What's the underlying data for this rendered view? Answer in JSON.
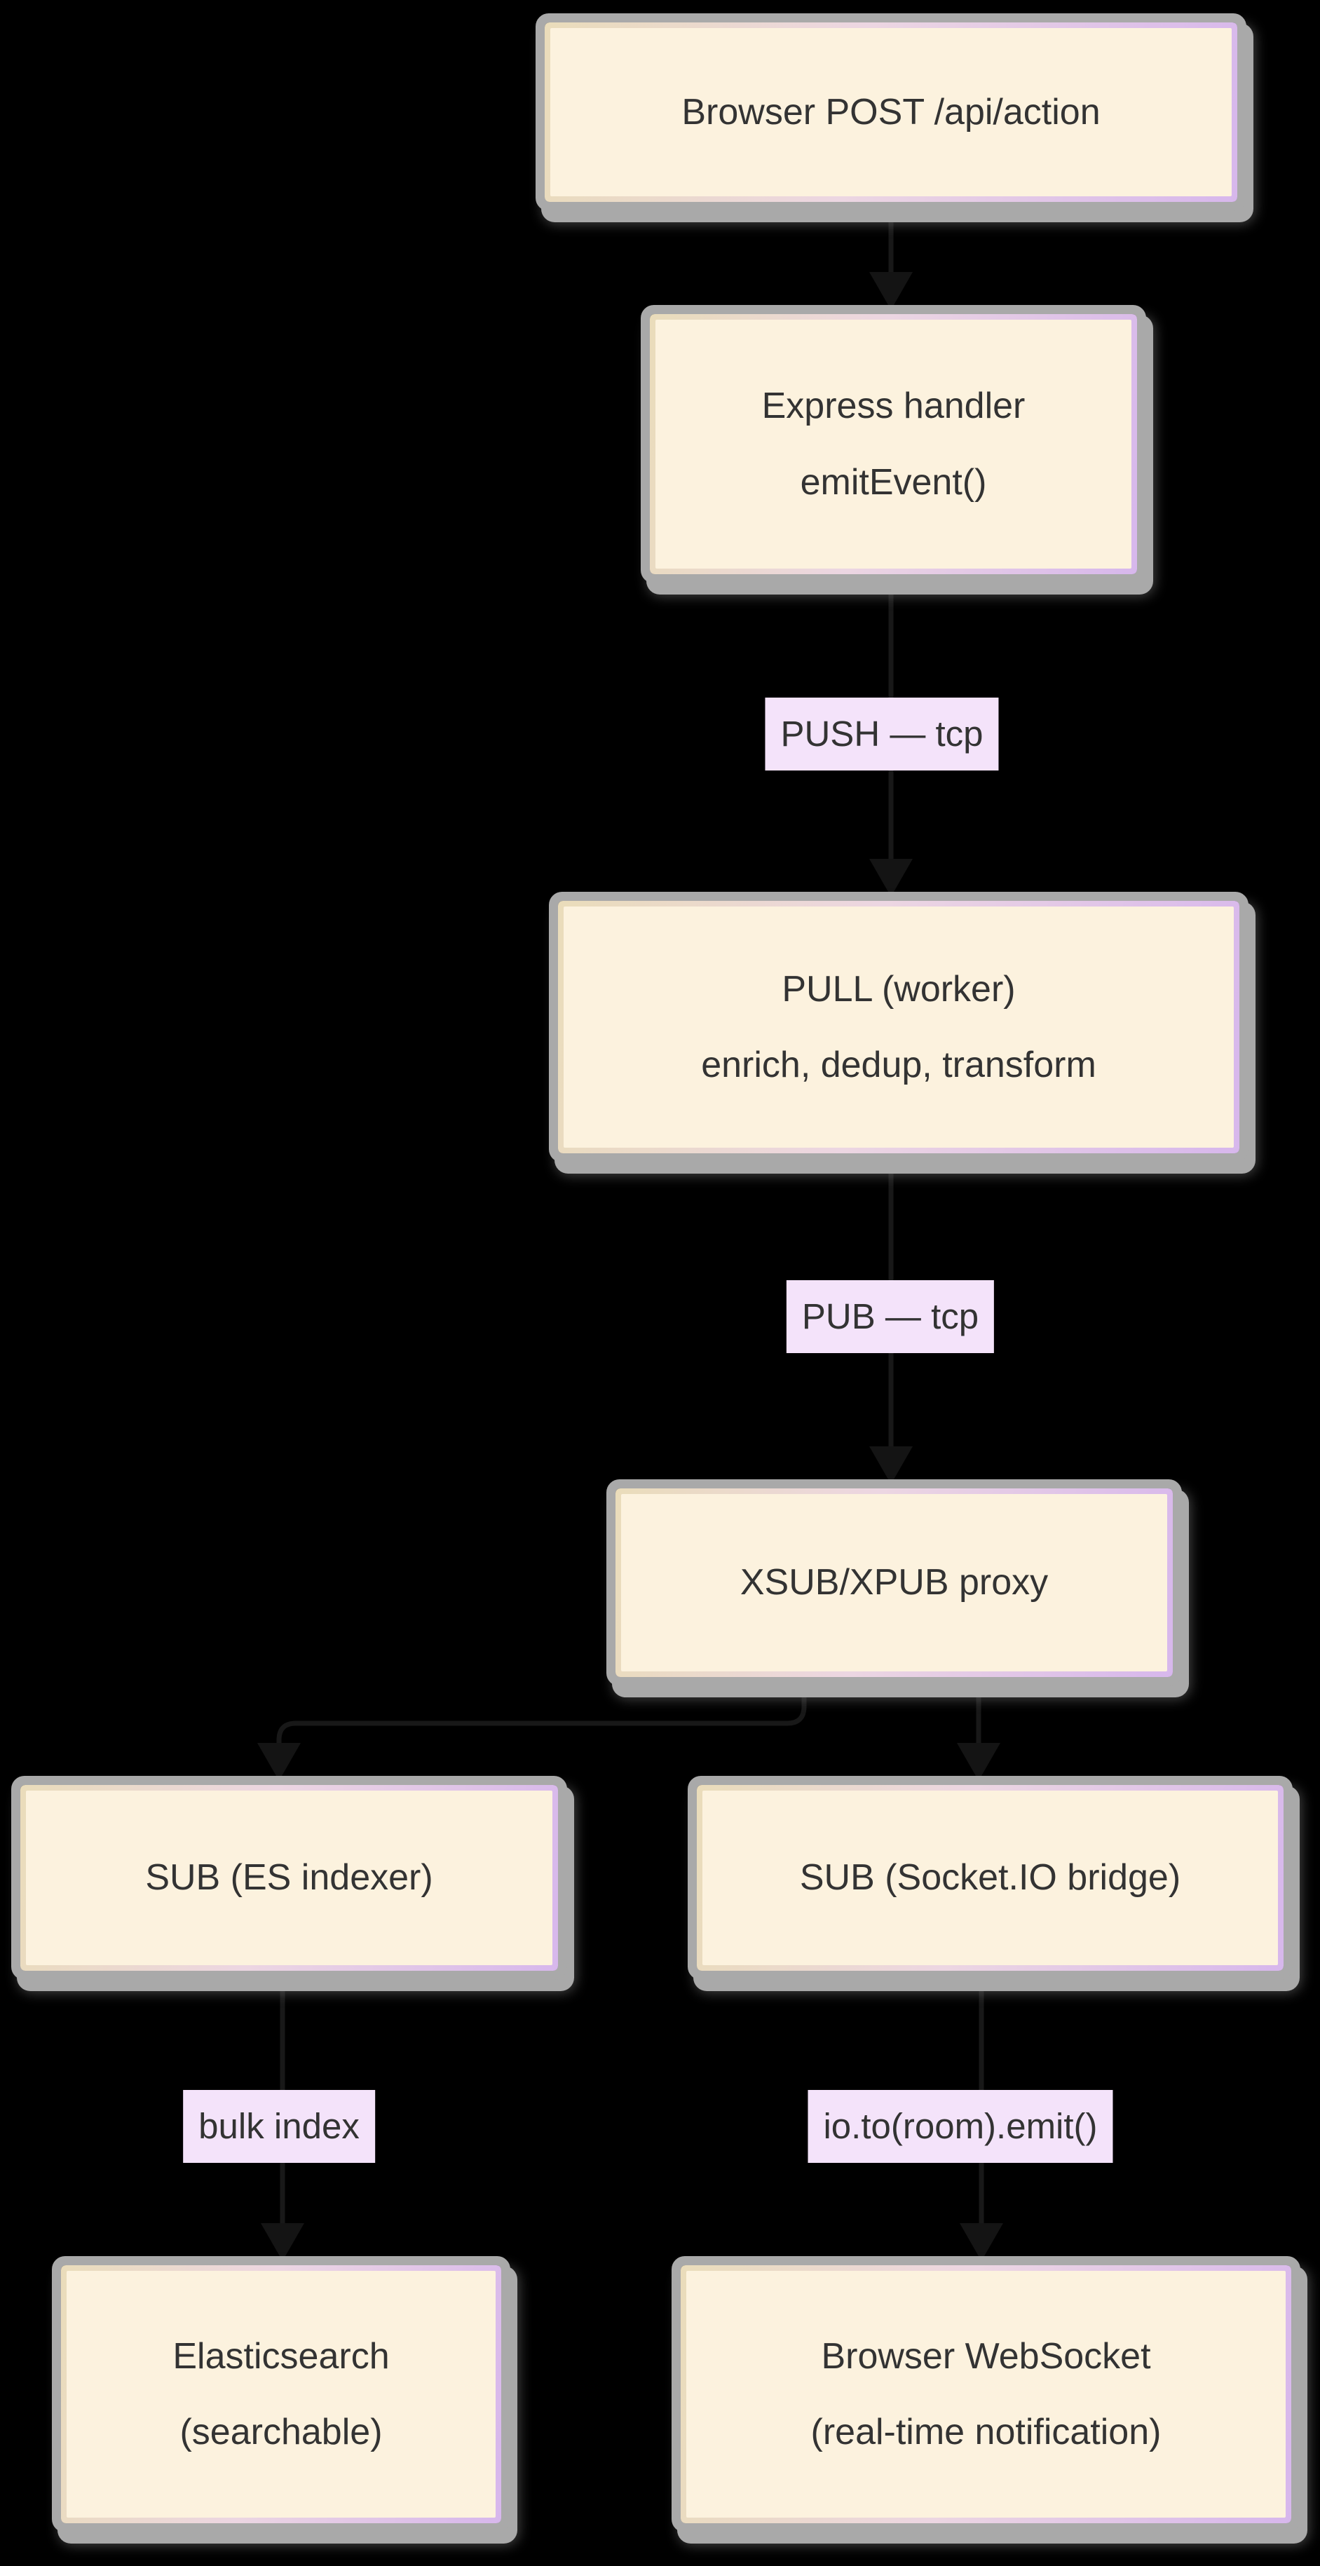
{
  "diagram": {
    "type": "flowchart",
    "direction": "top-down",
    "background_color": "#000000",
    "colors": {
      "node_fill": "#fcf2de",
      "node_border_gradient_left": "#eadcba",
      "node_border_gradient_right": "#d7b7ec",
      "node_shadow": "#a9a9a9",
      "edge_line": "#181818",
      "edge_label_bg": "#f4e3fa",
      "text": "#333333"
    },
    "nodes": [
      {
        "id": "browser-post",
        "lines": [
          "Browser POST /api/action"
        ]
      },
      {
        "id": "express-handler",
        "lines": [
          "Express handler",
          "emitEvent()"
        ]
      },
      {
        "id": "pull-worker",
        "lines": [
          "PULL (worker)",
          "enrich, dedup, transform"
        ]
      },
      {
        "id": "xsub-xpub-proxy",
        "lines": [
          "XSUB/XPUB proxy"
        ]
      },
      {
        "id": "sub-es-indexer",
        "lines": [
          "SUB (ES indexer)"
        ]
      },
      {
        "id": "sub-socketio-bridge",
        "lines": [
          "SUB (Socket.IO bridge)"
        ]
      },
      {
        "id": "elasticsearch",
        "lines": [
          "Elasticsearch",
          "(searchable)"
        ]
      },
      {
        "id": "browser-websocket",
        "lines": [
          "Browser WebSocket",
          "(real-time notification)"
        ]
      }
    ],
    "edges": [
      {
        "from": "browser-post",
        "to": "express-handler",
        "label": ""
      },
      {
        "from": "express-handler",
        "to": "pull-worker",
        "label": "PUSH — tcp"
      },
      {
        "from": "pull-worker",
        "to": "xsub-xpub-proxy",
        "label": "PUB — tcp"
      },
      {
        "from": "xsub-xpub-proxy",
        "to": "sub-es-indexer",
        "label": ""
      },
      {
        "from": "xsub-xpub-proxy",
        "to": "sub-socketio-bridge",
        "label": ""
      },
      {
        "from": "sub-es-indexer",
        "to": "elasticsearch",
        "label": "bulk index"
      },
      {
        "from": "sub-socketio-bridge",
        "to": "browser-websocket",
        "label": "io.to(room).emit()"
      }
    ]
  }
}
